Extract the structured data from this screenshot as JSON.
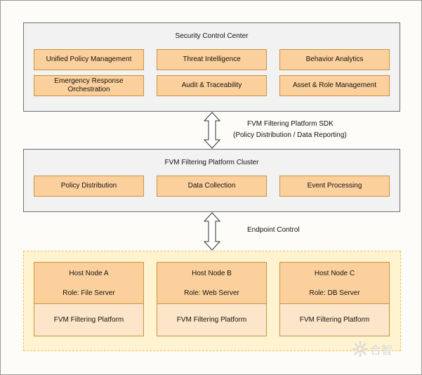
{
  "control_center": {
    "title": "Security Control Center",
    "modules": [
      "Unified Policy Management",
      "Threat Intelligence",
      "Behavior Analytics",
      "Emergency Response Orchestration",
      "Audit & Traceability",
      "Asset & Role Management"
    ]
  },
  "sdk_link": {
    "line1": "FVM Filtering Platform SDK",
    "line2": "(Policy Distribution / Data Reporting)"
  },
  "cluster": {
    "title": "FVM Filtering Platform Cluster",
    "modules": [
      "Policy Distribution",
      "Data Collection",
      "Event Processing"
    ]
  },
  "endpoint_link": {
    "label": "Endpoint Control"
  },
  "hosts": [
    {
      "name": "Host Node A",
      "role": "Role: File Server",
      "platform": "FVM Filtering Platform"
    },
    {
      "name": "Host Node B",
      "role": "Role: Web Server",
      "platform": "FVM Filtering Platform"
    },
    {
      "name": "Host Node C",
      "role": "Role: DB Server",
      "platform": "FVM Filtering Platform"
    }
  ],
  "watermark": {
    "text": "合智"
  },
  "colors": {
    "module_fill": "#fcd09c",
    "module_border": "#c9933e",
    "panel_fill": "#f2f2f2",
    "host_zone_fill": "#fff3d0",
    "platform_fill": "#fde5c9"
  }
}
